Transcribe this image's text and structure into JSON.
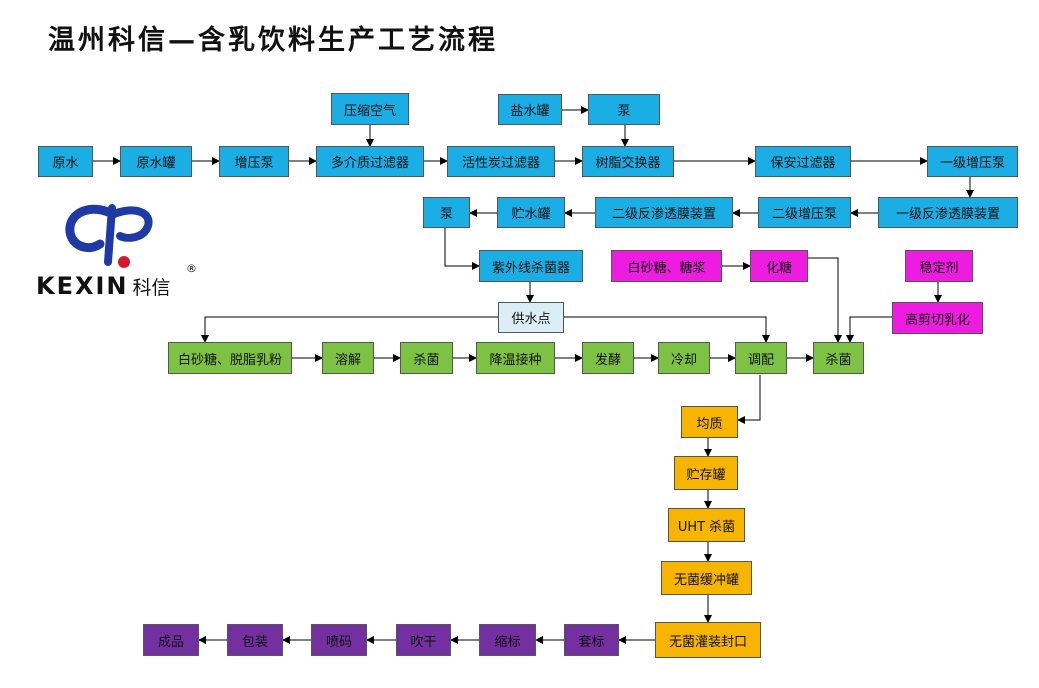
{
  "title": "温州科信—含乳饮料生产工艺流程",
  "logo": {
    "brand": "KEXIN",
    "brand_cn": "科信",
    "reg": "®"
  },
  "colors": {
    "blue": "#1aaee5",
    "magenta": "#ee1ce0",
    "green": "#7dc242",
    "yellow": "#f7b500",
    "purple": "#7330a0"
  },
  "nodes": {
    "yuanshui": "原水",
    "yuanshui_guan": "原水罐",
    "zengya_beng": "增压泵",
    "yasuo_kongqi": "压缩空气",
    "duojiezhi_guolvqi": "多介质过滤器",
    "huoxingtan_guolvqi": "活性炭过滤器",
    "yanshui_guan": "盐水罐",
    "beng_top": "泵",
    "shuzhi_jiaohuanqi": "树脂交换器",
    "baoan_guolvqi": "保安过滤器",
    "yiji_zengya_beng": "一级增压泵",
    "beng_mid": "泵",
    "zhushui_guan": "贮水罐",
    "erji_fanshentou": "二级反渗透膜装置",
    "erji_zengya_beng": "二级增压泵",
    "yiji_fanshentou": "一级反渗透膜装置",
    "ziwaixian": "紫外线杀菌器",
    "baishatang_tangjiang": "白砂糖、糖浆",
    "huatang": "化糖",
    "wendingji": "稳定剂",
    "gaojianqie": "高剪切乳化",
    "gongshuidian": "供水点",
    "baishatang_tuozhi": "白砂糖、脱脂乳粉",
    "rongjie": "溶解",
    "shajun_1": "杀菌",
    "jiangwen": "降温接种",
    "fajiao": "发酵",
    "lengque": "冷却",
    "tiaopei": "调配",
    "shajun_2": "杀菌",
    "junzhi": "均质",
    "zhucun_guan": "贮存罐",
    "uht": "UHT 杀菌",
    "wujun_huanchong": "无菌缓冲罐",
    "wujun_guanzhuang": "无菌灌装封口",
    "taobiao": "套标",
    "suobiao": "缩标",
    "chuigan": "吹干",
    "penma": "喷码",
    "baozhuang": "包装",
    "chengpin": "成品"
  }
}
